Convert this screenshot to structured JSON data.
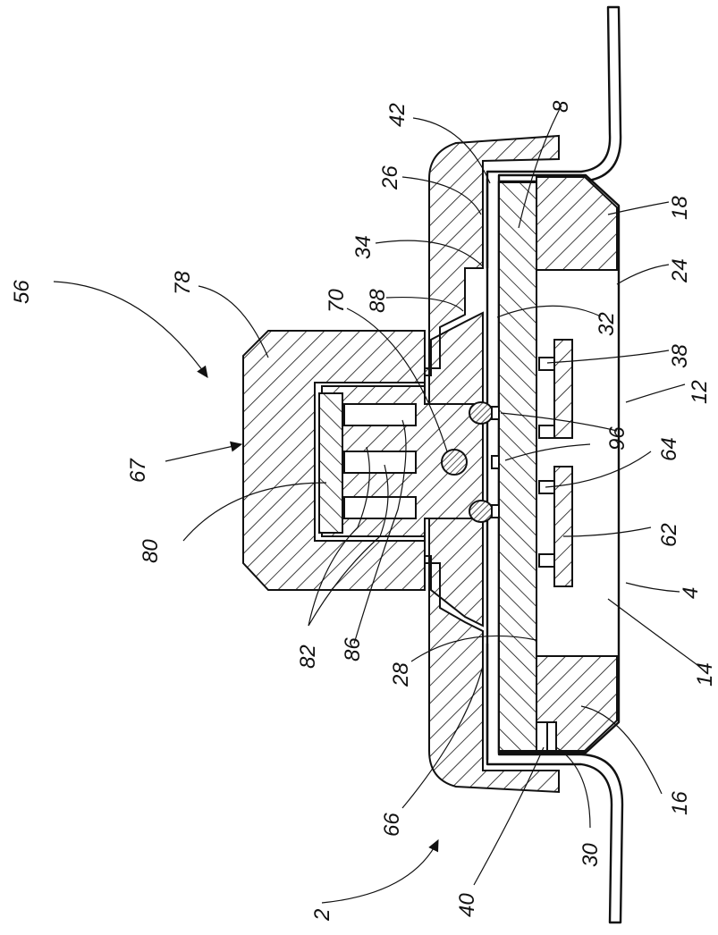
{
  "figure": {
    "labels": [
      {
        "id": "2",
        "text": "2"
      },
      {
        "id": "4",
        "text": "4"
      },
      {
        "id": "8",
        "text": "8"
      },
      {
        "id": "12",
        "text": "12"
      },
      {
        "id": "14",
        "text": "14"
      },
      {
        "id": "16",
        "text": "16"
      },
      {
        "id": "18",
        "text": "18"
      },
      {
        "id": "24",
        "text": "24"
      },
      {
        "id": "26",
        "text": "26"
      },
      {
        "id": "28",
        "text": "28"
      },
      {
        "id": "30",
        "text": "30"
      },
      {
        "id": "32",
        "text": "32"
      },
      {
        "id": "34",
        "text": "34"
      },
      {
        "id": "38",
        "text": "38"
      },
      {
        "id": "40",
        "text": "40"
      },
      {
        "id": "42",
        "text": "42"
      },
      {
        "id": "56",
        "text": "56"
      },
      {
        "id": "62",
        "text": "62"
      },
      {
        "id": "64",
        "text": "64"
      },
      {
        "id": "66",
        "text": "66"
      },
      {
        "id": "67",
        "text": "67"
      },
      {
        "id": "70",
        "text": "70"
      },
      {
        "id": "78",
        "text": "78"
      },
      {
        "id": "80",
        "text": "80"
      },
      {
        "id": "82",
        "text": "82"
      },
      {
        "id": "86",
        "text": "86"
      },
      {
        "id": "88",
        "text": "88"
      },
      {
        "id": "96",
        "text": "96"
      }
    ]
  }
}
